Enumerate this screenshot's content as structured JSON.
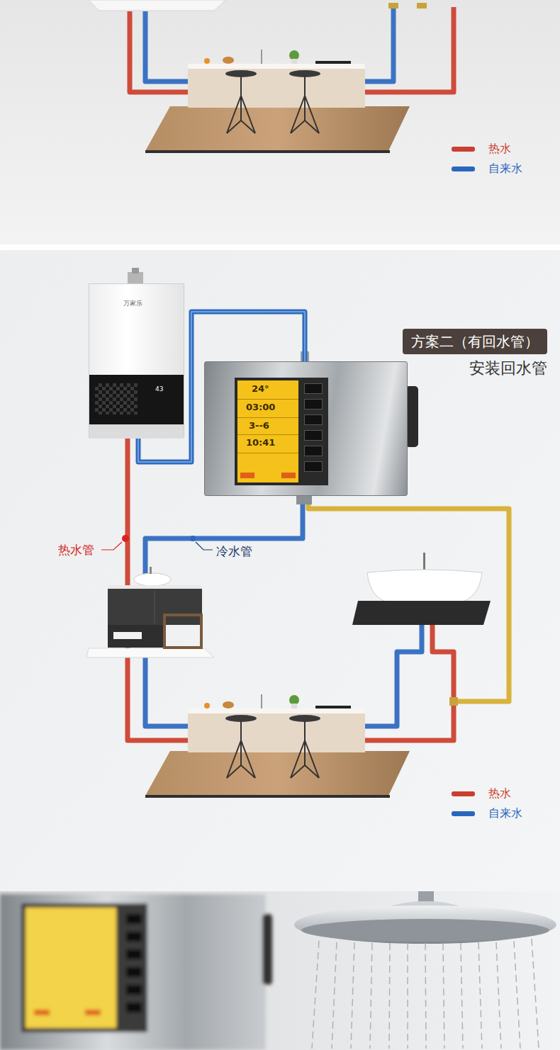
{
  "diagram": {
    "title": "方案二（有回水管）",
    "nodes": [
      {
        "text": [
          "万家乐",
          "43"
        ]
      },
      {
        "text": [
          "24°",
          "03:00",
          "3--6",
          "10:41"
        ]
      }
    ],
    "edges": [
      {
        "from": 0,
        "to": 1,
        "arrow": "none"
      }
    ],
    "labels": [
      "安装回水管",
      "热水管",
      "冷水管"
    ],
    "legend": [
      {
        "text": "热水",
        "color": "#c9402f"
      },
      {
        "text": "自来水",
        "color": "#2a66bd"
      },
      {
        "text": "热水",
        "color": "#c9402f"
      },
      {
        "text": "自来水",
        "color": "#2a66bd"
      }
    ]
  }
}
